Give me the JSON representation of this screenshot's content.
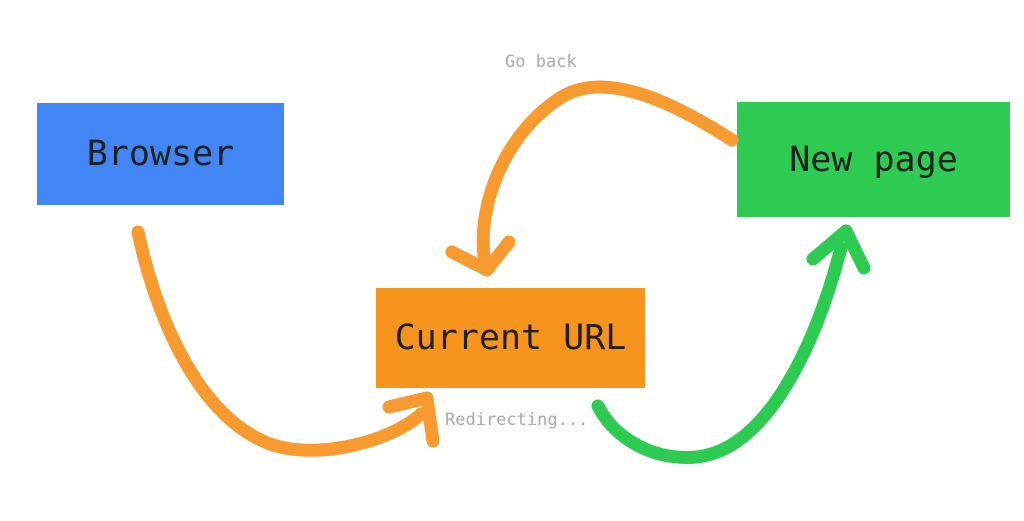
{
  "diagram": {
    "background_color": "#FFFFFF",
    "boxes": {
      "browser": {
        "label": "Browser",
        "fill": "#4285F4",
        "text_color": "#202124"
      },
      "current_url": {
        "label": "Current URL",
        "fill": "#F7941E",
        "text_color": "#202124"
      },
      "new_page": {
        "label": "New page",
        "fill": "#2DCB52",
        "text_color": "#202124"
      }
    },
    "annotations": {
      "go_back": {
        "text": "Go back",
        "color": "#A8A8A8"
      },
      "redirecting": {
        "text": "Redirecting...",
        "color": "#A8A8A8"
      }
    },
    "arrows": [
      {
        "name": "browser-to-current-url",
        "from": "Browser",
        "to": "Current URL",
        "color": "#F79A2F"
      },
      {
        "name": "go-back",
        "from": "New page",
        "to": "Current URL",
        "color": "#F79A2F",
        "label": "Go back"
      },
      {
        "name": "redirecting",
        "from": "Current URL",
        "to": "New page",
        "color": "#2DCB52",
        "label": "Redirecting..."
      }
    ]
  }
}
